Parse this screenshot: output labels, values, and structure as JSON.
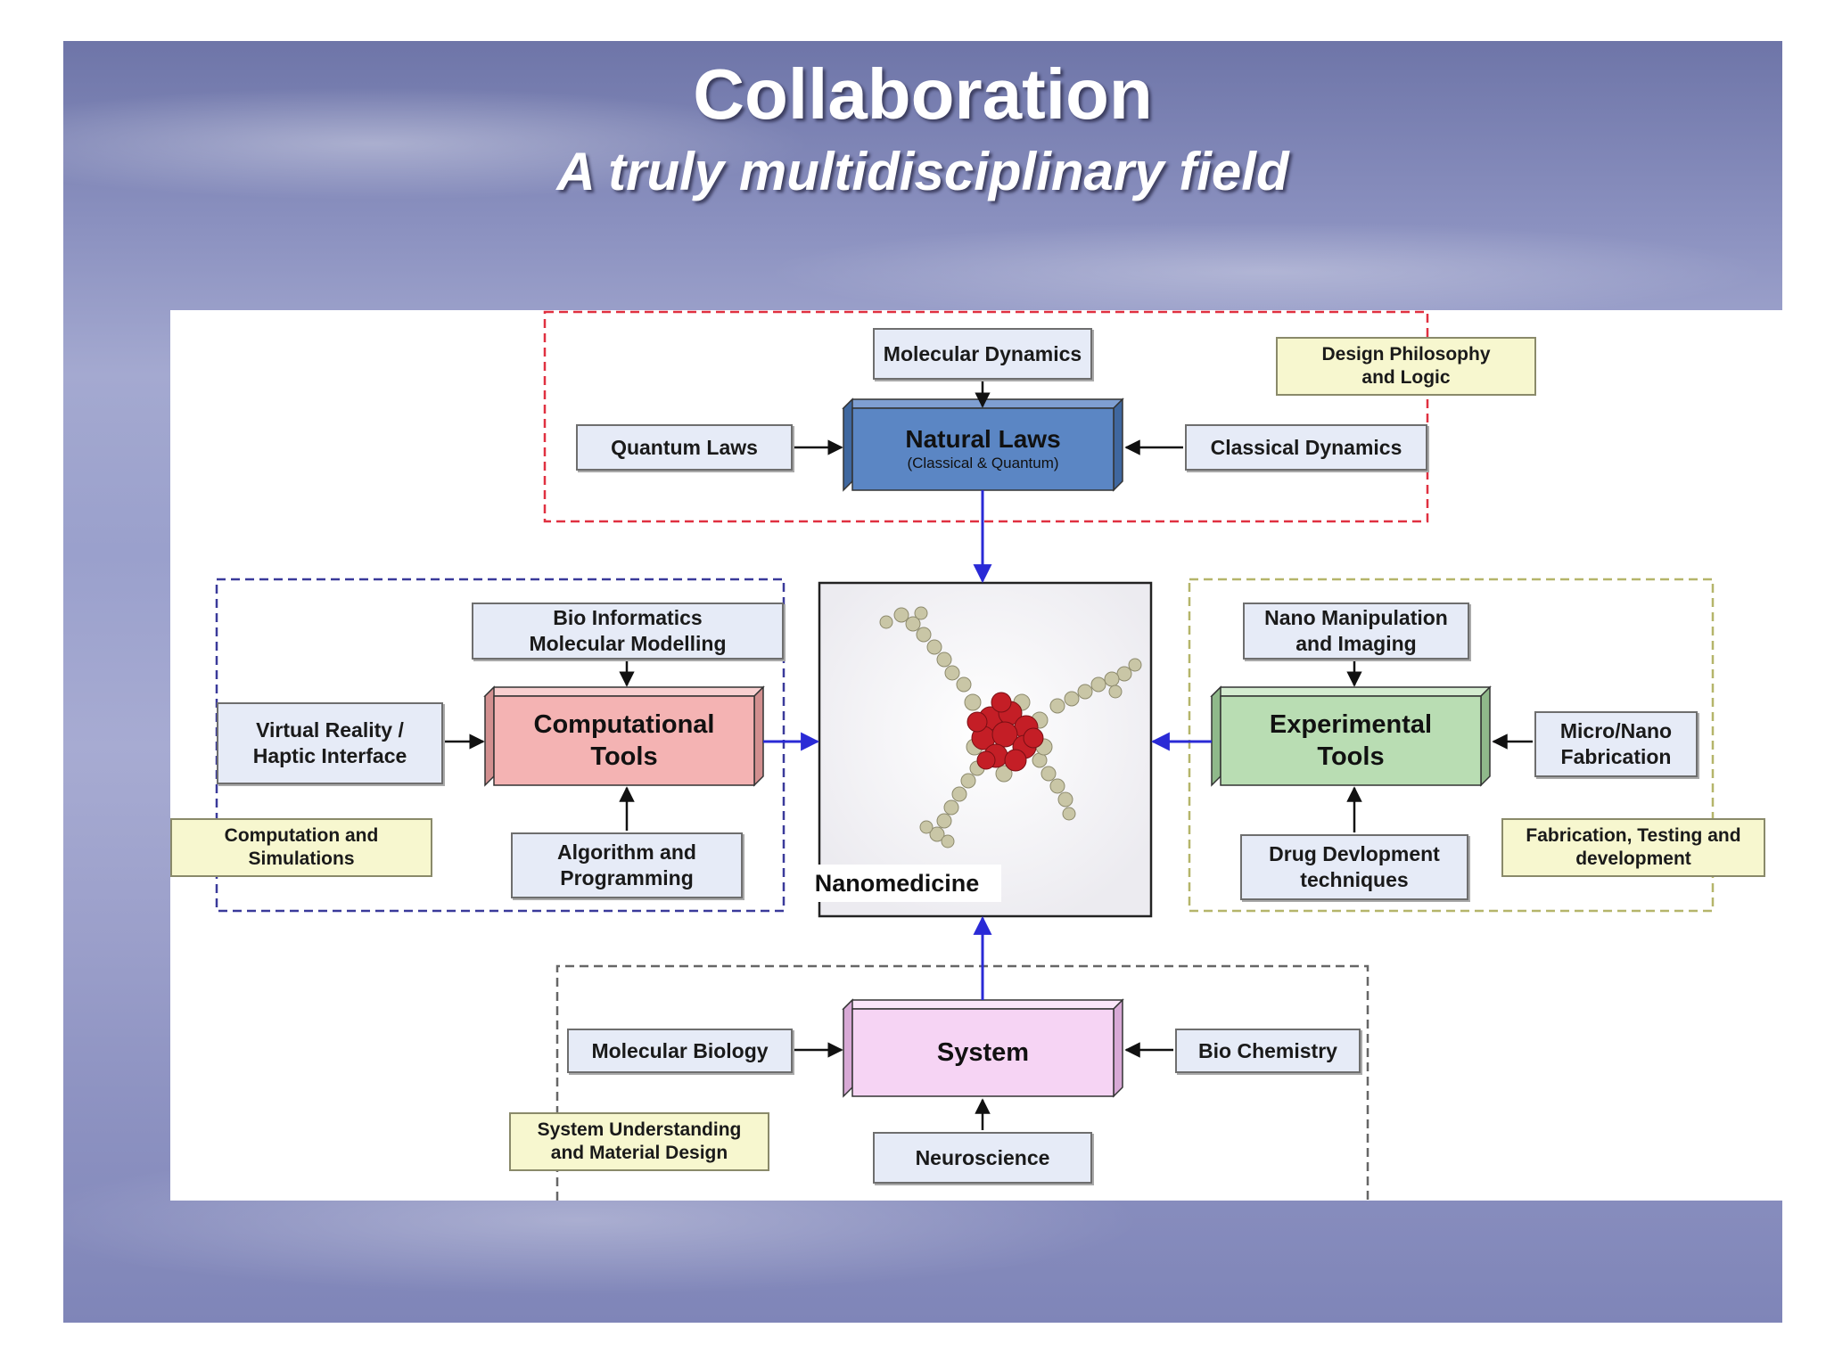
{
  "slide": {
    "title": "Collaboration",
    "subtitle": "A truly multidisciplinary field"
  },
  "diagram": {
    "center": "Nanomedicine",
    "natural_laws": {
      "title": "Natural Laws",
      "subtitle": "(Classical & Quantum)"
    },
    "computational_tools": "Computational Tools",
    "experimental_tools": "Experimental Tools",
    "system": "System",
    "inputs": {
      "molecular_dynamics": "Molecular Dynamics",
      "quantum_laws": "Quantum Laws",
      "classical_dynamics": "Classical Dynamics",
      "bio_informatics": "Bio Informatics Molecular Modelling",
      "virtual_reality": "Virtual Reality / Haptic Interface",
      "algorithm_programming": "Algorithm and Programming",
      "nano_manipulation": "Nano Manipulation and Imaging",
      "micro_nano_fabrication": "Micro/Nano Fabrication",
      "drug_development": "Drug Devlopment techniques",
      "molecular_biology": "Molecular Biology",
      "bio_chemistry": "Bio Chemistry",
      "neuroscience": "Neuroscience"
    },
    "group_notes": {
      "design_philosophy": "Design Philosophy and Logic",
      "computation_simulations": "Computation and Simulations",
      "fabrication_testing": "Fabrication, Testing and development",
      "system_understanding": "System Understanding and Material Design"
    },
    "colors": {
      "natural_laws": "#5b86c4",
      "computational_tools": "#f4b3b3",
      "experimental_tools": "#b9ddb3",
      "system": "#f6d4f4",
      "arrow_main": "#2a2ad6",
      "group_red": "#e03040",
      "group_blue": "#3a3a9a",
      "group_olive": "#b5b56a",
      "group_gray": "#666666"
    }
  }
}
